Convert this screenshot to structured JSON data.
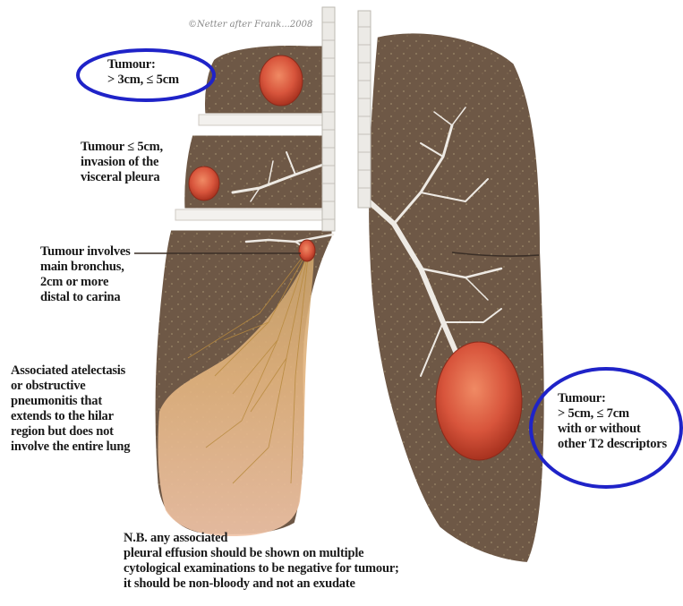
{
  "signature": "©Netter after Frank...2008",
  "labels": {
    "tumour_upper": "Tumour:\n> 3cm, ≤ 5cm",
    "tumour_visceral": "Tumour ≤ 5cm,\ninvasion of the\nvisceral pleura",
    "tumour_bronchus": "Tumour involves\nmain bronchus,\n2cm or more\ndistal to carina",
    "atelectasis": "Associated atelectasis\nor obstructive\npneumonitis that\nextends to the hilar\nregion but does not\ninvolve the entire lung",
    "tumour_right": "Tumour:\n> 5cm, ≤ 7cm\nwith or without\nother T2 descriptors",
    "note": "N.B. any associated\npleural effusion should be shown on multiple\ncytological examinations to be negative for tumour;\nit should be non-bloody and not an exudate"
  },
  "colors": {
    "lung_tissue": "#6b5645",
    "tumour": "#d8553c",
    "highlight_circle": "#1f23c8",
    "bronchi": "#eeeae4",
    "atelectasis": "#e8b08a"
  }
}
